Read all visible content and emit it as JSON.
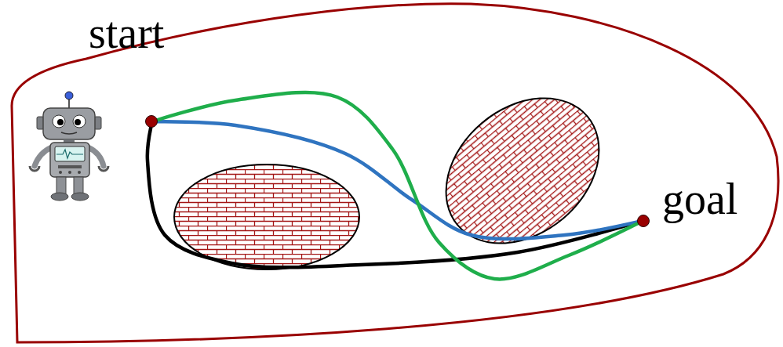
{
  "diagram": {
    "nodes": [
      {
        "text": [
          "start"
        ]
      },
      {
        "text": [
          "goal"
        ]
      }
    ],
    "edges": [
      {
        "from": 0,
        "to": 1,
        "arrow": "none"
      },
      {
        "from": 0,
        "to": 1,
        "arrow": "none"
      },
      {
        "from": 0,
        "to": 1,
        "arrow": "none"
      }
    ]
  }
}
